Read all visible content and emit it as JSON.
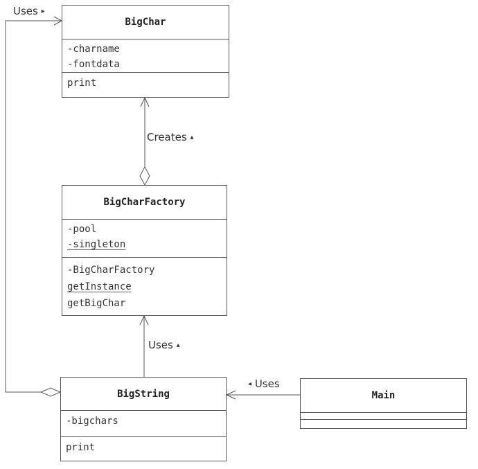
{
  "classes": {
    "bigchar": {
      "name": "BigChar",
      "attributes": [
        "-charname",
        "-fontdata"
      ],
      "operations": [
        "print"
      ]
    },
    "bigcharfactory": {
      "name": "BigCharFactory",
      "attributes": [
        "-pool",
        "-singleton"
      ],
      "operations": [
        "-BigCharFactory",
        "getInstance",
        "getBigChar"
      ]
    },
    "bigstring": {
      "name": "BigString",
      "attributes": [
        "-bigchars"
      ],
      "operations": [
        "print"
      ]
    },
    "main": {
      "name": "Main"
    }
  },
  "relations": {
    "uses_top": {
      "label": "Uses",
      "arrow": "▸"
    },
    "creates": {
      "label": "Creates",
      "arrow": "▴"
    },
    "uses_middle": {
      "label": "Uses",
      "arrow": "▴"
    },
    "uses_right": {
      "label": "Uses",
      "arrow": "◂"
    }
  }
}
